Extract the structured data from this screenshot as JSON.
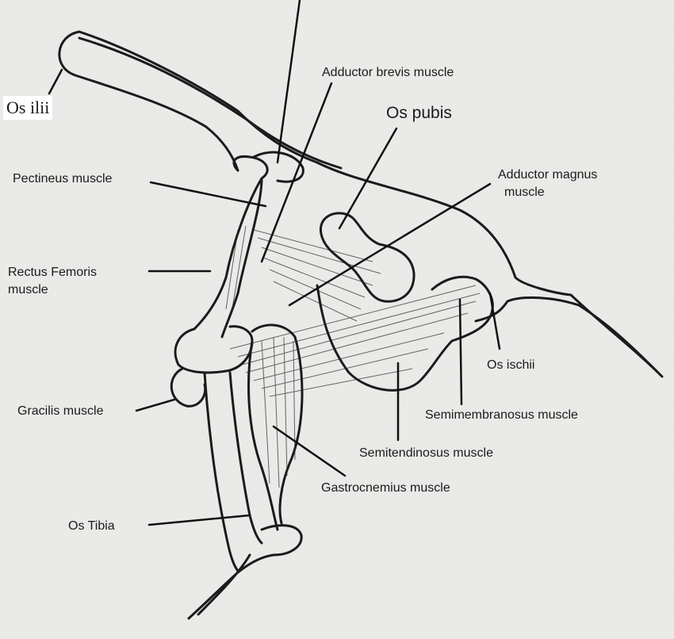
{
  "labels": {
    "os_ilii": "Os ilii",
    "adductor_brevis": "Adductor brevis muscle",
    "os_pubis": "Os pubis",
    "pectineus": "Pectineus muscle",
    "adductor_magnus_line1": "Adductor magnus",
    "adductor_magnus_line2": "muscle",
    "rectus_femoris_line1": "Rectus Femoris",
    "rectus_femoris_line2": "muscle",
    "os_ischii": "Os ischii",
    "gracilis": "Gracilis muscle",
    "semimembranosus": "Semimembranosus muscle",
    "semitendinosus": "Semitendinosus muscle",
    "gastrocnemius": "Gastrocnemius muscle",
    "os_tibia": "Os Tibia"
  }
}
